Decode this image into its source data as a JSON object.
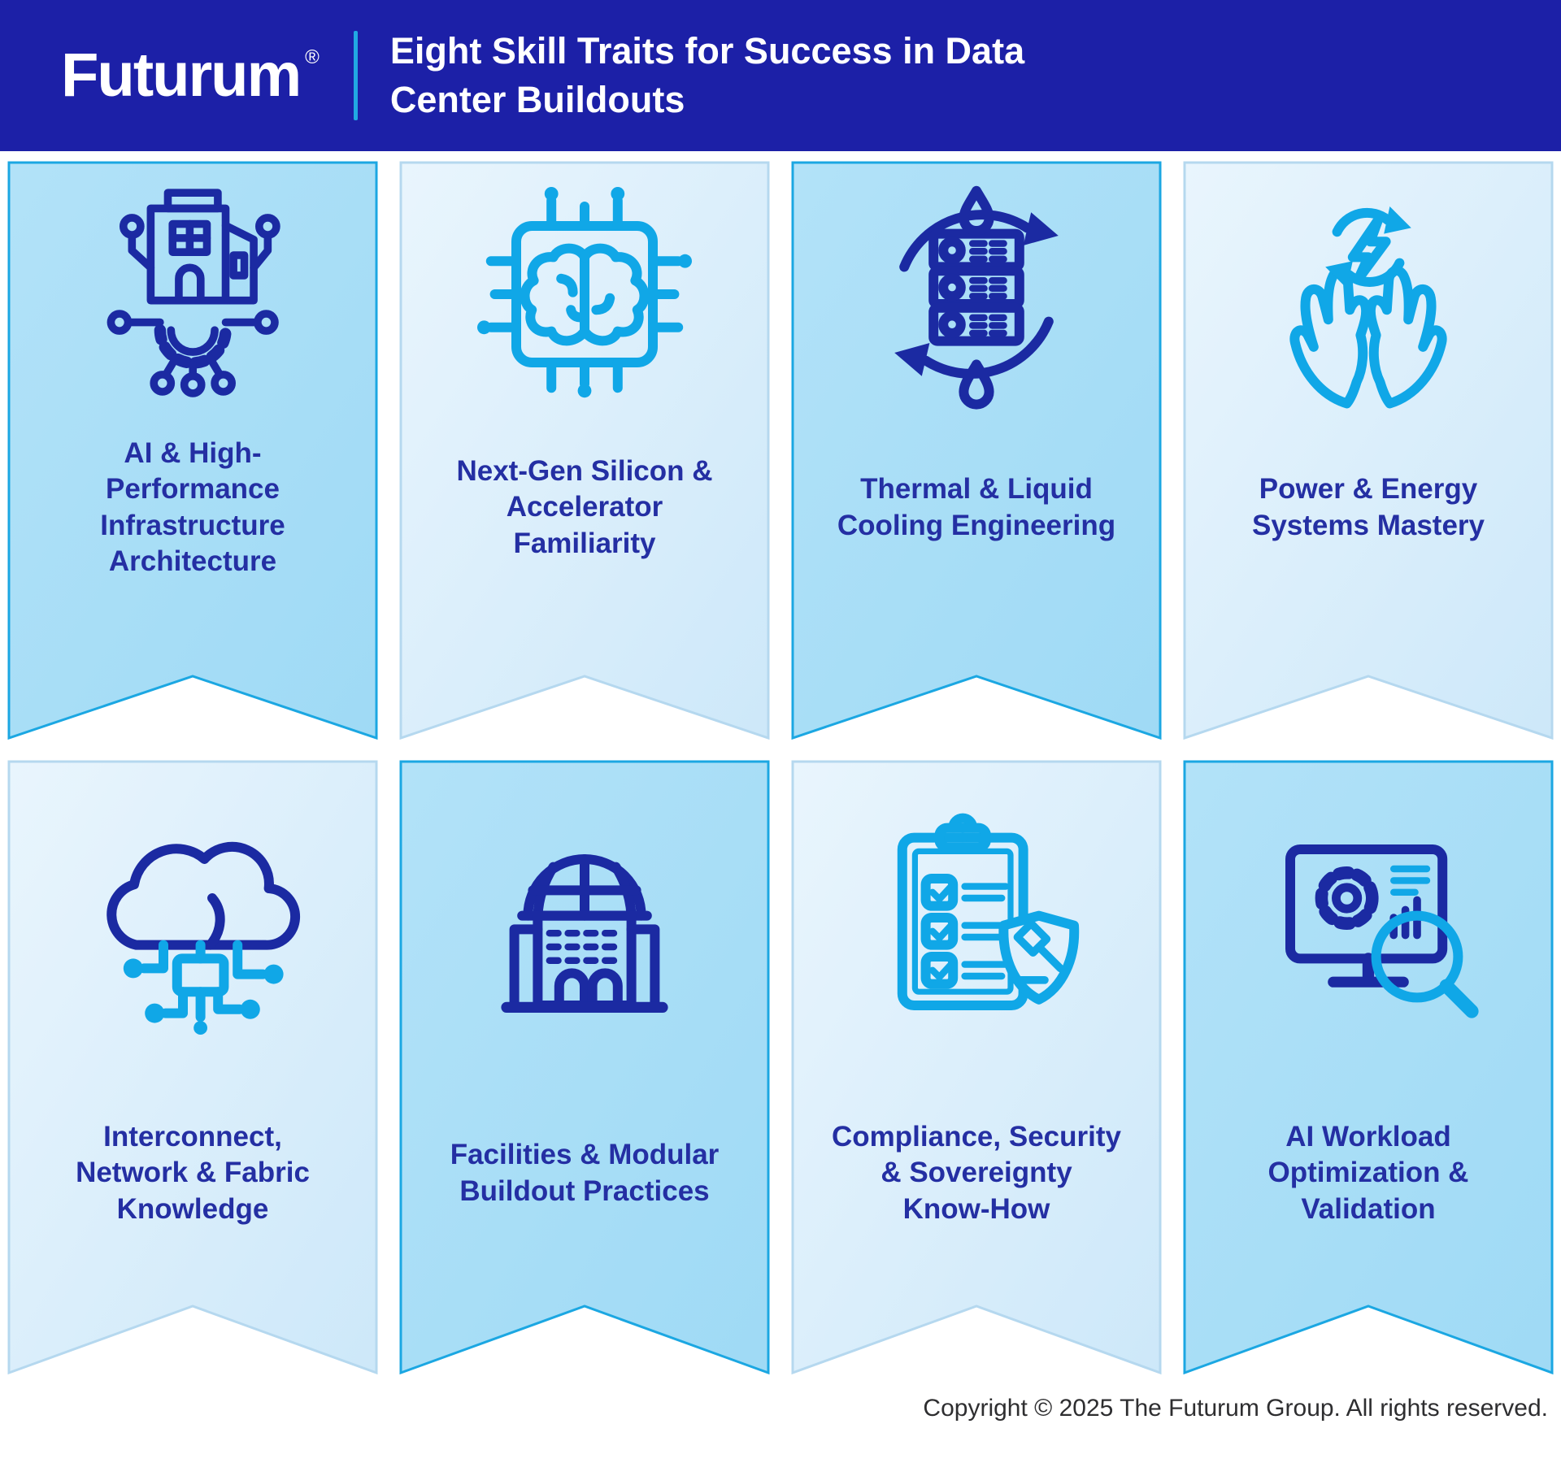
{
  "header": {
    "logo_text": "Futurum",
    "registered_mark": "®",
    "title_lines": [
      "Eight Skill Traits for Success in Data",
      "Center Buildouts"
    ]
  },
  "cards": [
    {
      "id": "ai-infrastructure",
      "style": "medium",
      "icon": "building-gear-network-icon",
      "label_lines": [
        "AI & High-",
        "Performance",
        "Infrastructure",
        "Architecture"
      ]
    },
    {
      "id": "next-gen-silicon",
      "style": "light",
      "icon": "chip-brain-icon",
      "label_lines": [
        "Next-Gen Silicon &",
        "Accelerator",
        "Familiarity"
      ]
    },
    {
      "id": "thermal-cooling",
      "style": "medium",
      "icon": "server-cooling-cycle-icon",
      "label_lines": [
        "Thermal & Liquid",
        "Cooling Engineering"
      ]
    },
    {
      "id": "power-energy",
      "style": "light",
      "icon": "hands-energy-icon",
      "label_lines": [
        "Power & Energy",
        "Systems Mastery"
      ]
    },
    {
      "id": "interconnect-network",
      "style": "light",
      "icon": "cloud-circuit-icon",
      "label_lines": [
        "Interconnect,",
        "Network & Fabric",
        "Knowledge"
      ]
    },
    {
      "id": "facilities-modular",
      "style": "medium",
      "icon": "dome-building-icon",
      "label_lines": [
        "Facilities & Modular",
        "Buildout Practices"
      ]
    },
    {
      "id": "compliance-security",
      "style": "light",
      "icon": "clipboard-shield-gavel-icon",
      "label_lines": [
        "Compliance, Security",
        "& Sovereignty",
        "Know-How"
      ]
    },
    {
      "id": "ai-workload",
      "style": "medium",
      "icon": "monitor-gear-magnifier-icon",
      "label_lines": [
        "AI Workload",
        "Optimization &",
        "Validation"
      ]
    }
  ],
  "footer": {
    "copyright": "Copyright © 2025 The Futurum Group. All rights reserved."
  },
  "colors": {
    "header_bg": "#1c20a7",
    "accent_cyan": "#21a9e3",
    "card_medium": "#a9dff7",
    "card_light": "#ddeffc",
    "icon_navy": "#1b2aa2",
    "icon_cyan": "#10a7e7",
    "label_navy": "#242fa3",
    "copyright_text": "#2e2e30"
  }
}
